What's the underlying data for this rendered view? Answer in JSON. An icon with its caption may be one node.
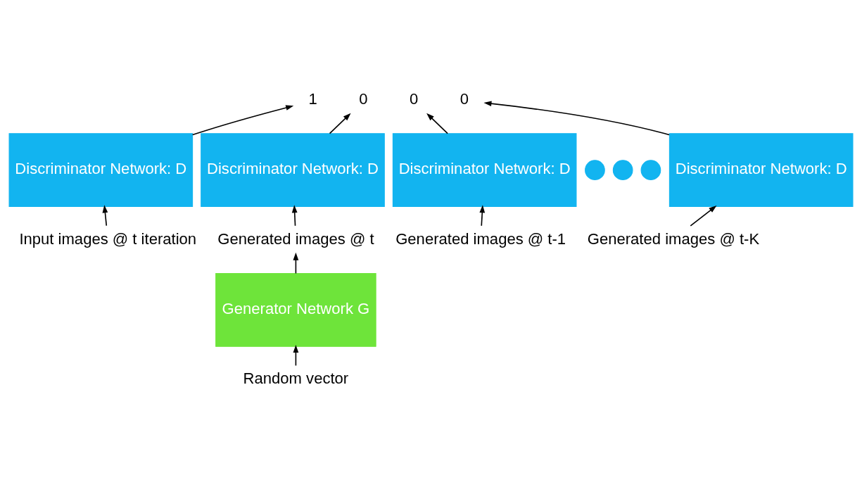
{
  "diagram": {
    "nodes": [
      {
        "text": [
          "1"
        ]
      },
      {
        "text": [
          "0"
        ]
      },
      {
        "text": [
          "0"
        ]
      },
      {
        "text": [
          "0"
        ]
      },
      {
        "text": [
          "Discriminator Network: D"
        ]
      },
      {
        "text": [
          "Discriminator Network: D"
        ]
      },
      {
        "text": [
          "Discriminator Network: D"
        ]
      },
      {
        "text": [],
        "shape": "circle"
      },
      {
        "text": [],
        "shape": "circle"
      },
      {
        "text": [],
        "shape": "circle"
      },
      {
        "text": [
          "Discriminator Network: D"
        ]
      },
      {
        "text": [
          "Input images @ t iteration"
        ]
      },
      {
        "text": [
          "Generated images @ t"
        ]
      },
      {
        "text": [
          "Generated images @ t-1"
        ]
      },
      {
        "text": [
          "Generated images @ t-K"
        ]
      },
      {
        "text": [
          "Generator Network G"
        ]
      },
      {
        "text": [
          "Random vector"
        ]
      }
    ],
    "edges": [
      {
        "from": 4,
        "to": 0,
        "arrow": "to"
      },
      {
        "from": 5,
        "to": 1,
        "arrow": "to"
      },
      {
        "from": 6,
        "to": 2,
        "arrow": "to"
      },
      {
        "from": 10,
        "to": 3,
        "arrow": "to"
      },
      {
        "from": 11,
        "to": 4,
        "arrow": "to"
      },
      {
        "from": 12,
        "to": 5,
        "arrow": "to"
      },
      {
        "from": 13,
        "to": 6,
        "arrow": "to"
      },
      {
        "from": 14,
        "to": 10,
        "arrow": "to"
      },
      {
        "from": 15,
        "to": 12,
        "arrow": "to"
      },
      {
        "from": 16,
        "to": 15,
        "arrow": "to"
      }
    ]
  }
}
